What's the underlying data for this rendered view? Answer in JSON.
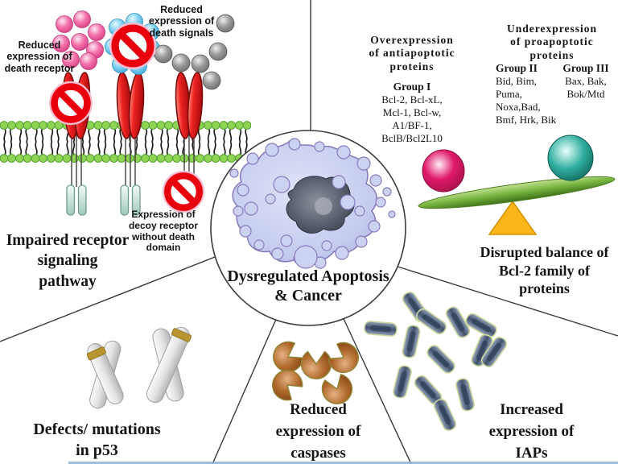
{
  "title": "Dysregulated Apoptosis & Cancer diagram",
  "center": {
    "caption": "Dysregulated Apoptosis\n& Cancer"
  },
  "panels": {
    "receptor_signaling": {
      "label_death_receptor": "Reduced\nexpression of\ndeath receptor",
      "label_death_signals": "Reduced\nexpression of\ndeath signals",
      "label_decoy": "Expression of\ndecoy receptor\nwithout death\ndomain",
      "caption": "Impaired receptor\nsignaling\npathway"
    },
    "bcl2_balance": {
      "overexpression": {
        "title": "Overexpression\nof antiapoptotic\nproteins",
        "group1_title": "Group I",
        "group1_items": "Bcl-2, Bcl-xL,\nMcl-1, Bcl-w,\nA1/BF-1,\nBclB/Bcl2L10"
      },
      "underexpression": {
        "title": "Underexpression\nof proapoptotic\nproteins",
        "group2_title": "Group II",
        "group2_items": "Bid, Bim,\nPuma,\nNoxa,Bad,\nBmf, Hrk, Bik",
        "group3_title": "Group III",
        "group3_items": "Bax, Bak,\nBok/Mtd"
      },
      "caption": "Disrupted balance of\nBcl-2 family of\nproteins"
    },
    "p53": {
      "caption": "Defects/ mutations\nin p53"
    },
    "caspases": {
      "caption": "Reduced\nexpression of\ncaspases"
    },
    "iaps": {
      "caption": "Increased\nexpression of\nIAPs"
    }
  },
  "icons": {
    "prohibition": "prohibition-icon (red circle with diagonal bar)",
    "balance": "seesaw-balance-icon",
    "chromosome": "x-chromosome-icon"
  },
  "colors": {
    "prohibition_red": "#e8000d",
    "receptor_red": "#e02020",
    "membrane_head_green": "#8ed455",
    "pink_cluster": "#f472ab",
    "blue_cluster": "#7fd0f2",
    "gray_cluster": "#8a8a8a",
    "cell_body": "#c4cbee",
    "cell_nucleus": "#4a5160",
    "antiapoptotic_sphere_pink": "#e0196b",
    "proapoptotic_sphere_teal": "#1f9e92",
    "plank_green": "#76b43e",
    "fulcrum_yellow": "#fcb61a",
    "caspase_brown": "#b06a2c",
    "iap_blue_gray": "#41516b",
    "chromosome_silver": "#d6d6d6",
    "gold_band": "#b8952e",
    "divider_line": "#3a3a3a"
  }
}
